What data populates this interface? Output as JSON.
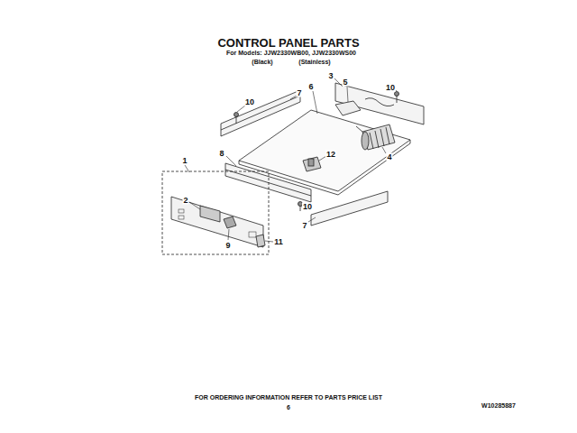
{
  "diagram": {
    "title": "CONTROL PANEL PARTS",
    "labels": [
      "For Models: JJW2330WB00, JJW2330WS00",
      "(Black)",
      "(Stainless)",
      "3",
      "10",
      "7",
      "6",
      "5",
      "10",
      "4",
      "12",
      "8",
      "1",
      "2",
      "10",
      "9",
      "7",
      "11",
      "FOR ORDERING INFORMATION REFER TO PARTS PRICE LIST",
      "6",
      "W10285887"
    ]
  }
}
